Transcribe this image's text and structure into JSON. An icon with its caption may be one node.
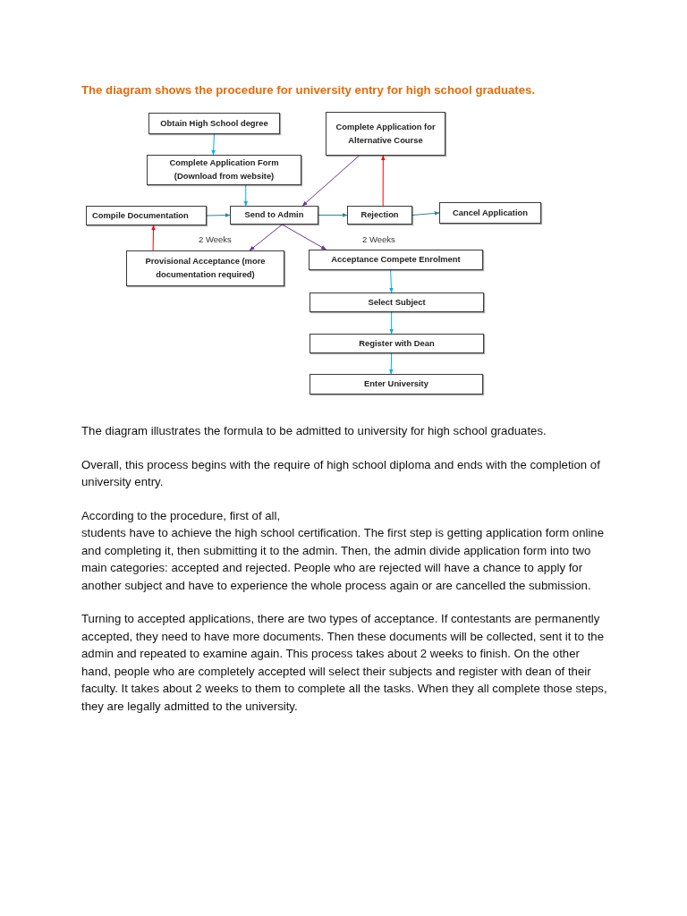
{
  "diagram": {
    "title": "The diagram shows the procedure for university entry for high school graduates.",
    "nodes": [
      {
        "text": [
          "Obtain High School degree"
        ]
      },
      {
        "text": [
          "Complete Application Form (Download from website)"
        ]
      },
      {
        "text": [
          "Complete Application for Alternative Course"
        ]
      },
      {
        "text": [
          "Compile Documentation"
        ]
      },
      {
        "text": [
          "Send to Admin"
        ]
      },
      {
        "text": [
          "Rejection"
        ]
      },
      {
        "text": [
          "Cancel Application"
        ]
      },
      {
        "text": [
          "Provisional Acceptance (more documentation required)"
        ]
      },
      {
        "text": [
          "Acceptance Compete Enrolment"
        ]
      },
      {
        "text": [
          "Select Subject"
        ]
      },
      {
        "text": [
          "Register with Dean"
        ]
      },
      {
        "text": [
          "Enter University"
        ]
      }
    ],
    "edges": [
      {
        "from": 0,
        "to": 1,
        "arrow": "to"
      },
      {
        "from": 1,
        "to": 4,
        "arrow": "to"
      },
      {
        "from": 2,
        "to": 4,
        "arrow": "to",
        "color": "#7030a0"
      },
      {
        "from": 3,
        "to": 4,
        "arrow": "to",
        "color": "#31849b"
      },
      {
        "from": 4,
        "to": 5,
        "arrow": "to",
        "color": "#31849b"
      },
      {
        "from": 5,
        "to": 6,
        "arrow": "to",
        "color": "#31849b"
      },
      {
        "from": 5,
        "to": 2,
        "arrow": "to",
        "color": "#ff0000"
      },
      {
        "from": 4,
        "to": 7,
        "arrow": "to",
        "color": "#7030a0"
      },
      {
        "from": 4,
        "to": 8,
        "arrow": "to",
        "color": "#7030a0"
      },
      {
        "from": 7,
        "to": 3,
        "arrow": "to",
        "color": "#ff0000"
      },
      {
        "from": 8,
        "to": 9,
        "arrow": "to"
      },
      {
        "from": 9,
        "to": 10,
        "arrow": "to"
      },
      {
        "from": 10,
        "to": 11,
        "arrow": "to"
      }
    ],
    "labels": [
      "2 Weeks",
      "2 Weeks",
      "The diagram illustrates the formula to be admitted to university for high school graduates.",
      "Overall, this process begins with the require of high school diploma and ends with the completion of university entry.",
      "According to the procedure, first of all,",
      "students have to achieve the high school certification. The first step is getting application form online and completing it, then submitting it to the admin. Then, the admin divide application form into two main categories: accepted and rejected. People who are rejected will have a chance to apply for another subject and have to experience the whole process again or are cancelled the submission.",
      "Turning to accepted applications, there are two types of acceptance. If contestants are permanently accepted, they need to have more documents. Then these documents will be collected, sent it to the admin and repeated to examine again. This process takes about 2 weeks to finish. On the other hand, people who are completely accepted will select their subjects and register with dean of their faculty. It takes about 2 weeks to them to complete all the tasks. When they all complete those steps, they are legally admitted to the university."
    ]
  }
}
